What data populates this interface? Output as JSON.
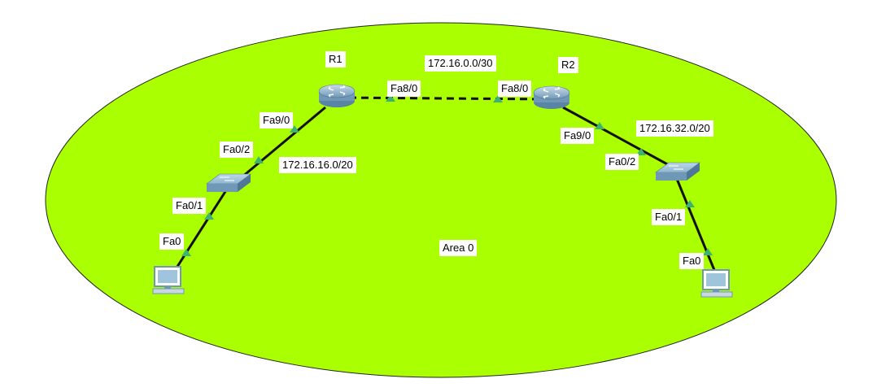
{
  "colors": {
    "area_fill": "#aaff00",
    "area_stroke": "#222222",
    "link": "#111111",
    "port_marker": "#3cb371",
    "router_body": "#6f98b6",
    "switch_body": "#7aa6c4",
    "pc_screen": "#9fc4dc"
  },
  "area": {
    "label": "Area 0"
  },
  "devices": {
    "r1": {
      "name": "R1",
      "icon": "router-icon"
    },
    "r2": {
      "name": "R2",
      "icon": "router-icon"
    },
    "sw1": {
      "icon": "switch-icon"
    },
    "sw2": {
      "icon": "switch-icon"
    },
    "pc1": {
      "icon": "pc-icon"
    },
    "pc2": {
      "icon": "pc-icon"
    }
  },
  "networks": {
    "r1_r2": "172.16.0.0/30",
    "r1_lan": "172.16.16.0/20",
    "r2_lan": "172.16.32.0/20"
  },
  "ports": {
    "r1_fa8": "Fa8/0",
    "r2_fa8": "Fa8/0",
    "r1_fa9": "Fa9/0",
    "sw1_fa02": "Fa0/2",
    "sw1_fa01": "Fa0/1",
    "pc1_fa0": "Fa0",
    "r2_fa9": "Fa9/0",
    "sw2_fa02": "Fa0/2",
    "sw2_fa01": "Fa0/1",
    "pc2_fa0": "Fa0"
  },
  "links": [
    {
      "from": "R1",
      "to": "R2",
      "style": "dashed"
    },
    {
      "from": "R1",
      "to": "SW1",
      "style": "solid"
    },
    {
      "from": "SW1",
      "to": "PC1",
      "style": "solid"
    },
    {
      "from": "R2",
      "to": "SW2",
      "style": "solid"
    },
    {
      "from": "SW2",
      "to": "PC2",
      "style": "solid"
    }
  ]
}
